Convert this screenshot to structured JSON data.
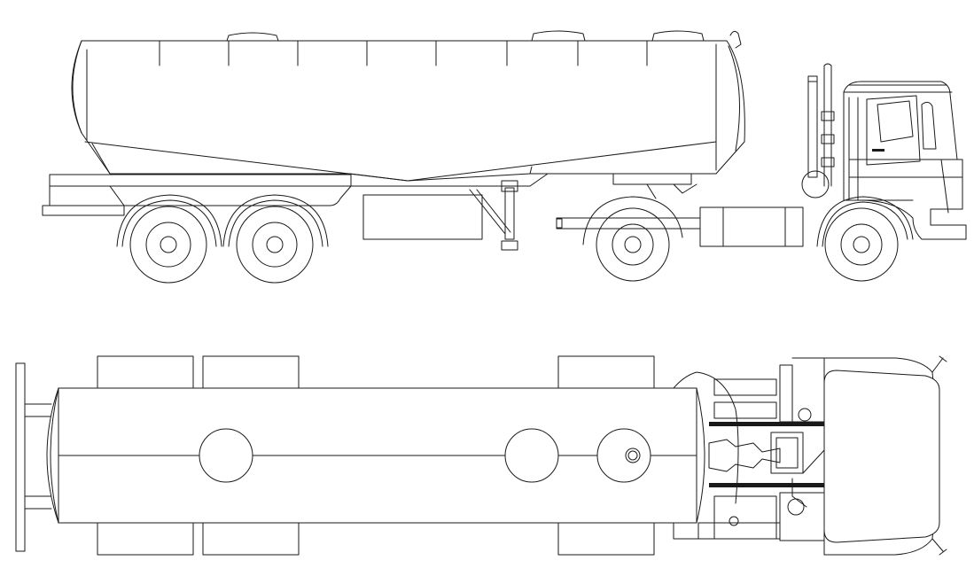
{
  "drawing": {
    "views": [
      {
        "id": "side-elevation"
      },
      {
        "id": "plan-view"
      }
    ],
    "side_elevation": {
      "trailer_wheels": 2,
      "tractor_wheels": 2,
      "tank_dome_lids": 3,
      "tank_panel_ribs": 9
    },
    "plan_view": {
      "manholes": 3,
      "trailer_fenders_per_side": 3
    }
  }
}
